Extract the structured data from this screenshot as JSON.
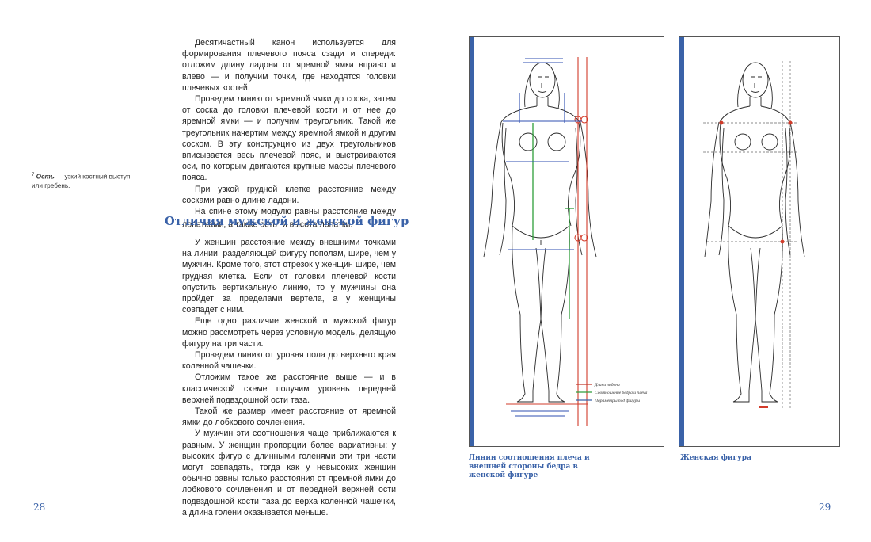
{
  "left_page": {
    "paragraphs_top": [
      "Десятичастный канон используется для формирования плечевого пояса сзади и спереди: отложим длину ладони от яремной ямки вправо и влево — и получим точки, где находятся головки плечевых костей.",
      "Проведем линию от яремной ямки до соска, затем от соска до головки плечевой кости и от нее до яремной ямки — и получим треугольник. Такой же треугольник начертим между яремной ямкой и другим соском. В эту конструкцию из двух треугольников вписывается весь плечевой пояс, и выстраиваются оси, по которым двигаются крупные массы плечевого пояса.",
      "При узкой грудной клетке расстояние между сосками равно длине ладони.",
      "На спине этому модулю равны расстояние между лопатками, а также ость"
    ],
    "paragraph_tail": " и высота лопатки.",
    "footnote_mark": "7",
    "footnote": {
      "mark": "7",
      "term": "Ость",
      "text": " — узкий костный выступ или гребень."
    },
    "heading": "Отличия мужской и женской фигур",
    "paragraphs_bottom": [
      "У женщин расстояние между внешними точками на линии, разделяющей фигуру пополам, шире, чем у мужчин. Кроме того, этот отрезок у женщин шире, чем грудная клетка. Если от головки плечевой кости опустить вертикальную линию, то у мужчины она пройдет за пределами вертела, а у женщины совпадет с ним.",
      "Еще одно различие женской и мужской фигур можно рассмотреть через условную модель, делящую фигуру на три части.",
      "Проведем линию от уровня пола до верхнего края коленной чашечки.",
      "Отложим такое же расстояние выше — и в классической схеме получим уровень передней верхней подвздошной ости таза.",
      "Такой же размер имеет расстояние от яремной ямки до лобкового сочленения.",
      "У мужчин эти соотношения чаще приближаются к равным. У женщин пропорции более вариативны: у высоких фигур с длинными голенями эти три части могут совпадать, тогда как у невысоких женщин обычно равны только расстояния от яремной ямки до лобкового сочленения и от передней верхней ости подвздошной кости таза до верха коленной чашечки, а длина голени оказывается меньше."
    ],
    "page_number": "28"
  },
  "right_page": {
    "figure1": {
      "caption": "Линии соотношения плеча и внешней стороны бедра в женской фигуре",
      "legend": [
        {
          "text": "Длина ладони",
          "color": "#c0392b"
        },
        {
          "text": "Соотношение бедра и плеча",
          "color": "#2e9e3a"
        },
        {
          "text": "Параметры под фигуры",
          "color": "#3a62a8"
        }
      ]
    },
    "figure2": {
      "caption": "Женская фигура"
    },
    "page_number": "29"
  },
  "colors": {
    "accent_blue": "#3a62a8",
    "line_red": "#d23b2a",
    "line_green": "#2e9e3a",
    "line_blue": "#2f4fb0"
  }
}
